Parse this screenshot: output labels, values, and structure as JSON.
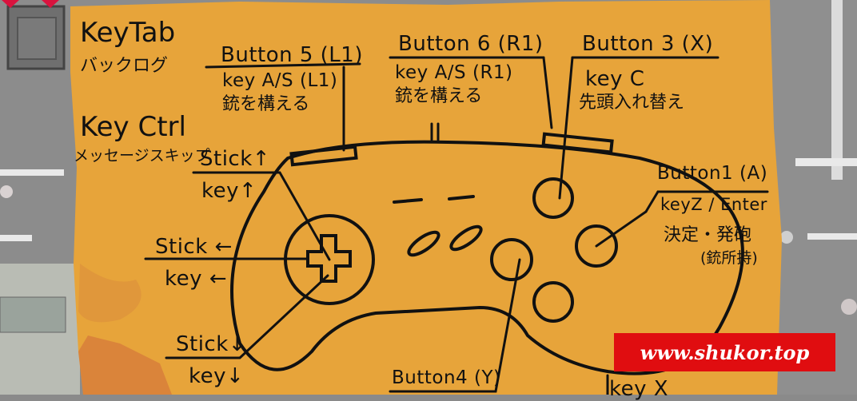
{
  "colors": {
    "paper": "#e7a43a",
    "ink": "#111111",
    "watermark_bg": "#e00d10"
  },
  "hud": {
    "hearts": 2
  },
  "note": {
    "left_keys": [
      {
        "title": "KeyTab",
        "desc": "バックログ"
      },
      {
        "title": "Key Ctrl",
        "desc": "メッセージスキップ"
      }
    ],
    "top_buttons": [
      {
        "name": "Button 5 (L1)",
        "key": "key A/S (L1)",
        "desc": "銃を構える"
      },
      {
        "name": "Button 6 (R1)",
        "key": "key A/S (R1)",
        "desc": "銃を構える"
      },
      {
        "name": "Button 3 (X)",
        "key": "key C",
        "desc": "先頭入れ替え"
      }
    ],
    "right_button": {
      "name": "Button1 (A)",
      "key": "keyZ / Enter",
      "desc": "決定・発砲",
      "sub": "(銃所持)"
    },
    "sticks": [
      {
        "stick": "Stick↑",
        "key": "key↑"
      },
      {
        "stick": "Stick ←",
        "key": "key ←"
      },
      {
        "stick": "Stick↓",
        "key": "key↓"
      }
    ],
    "bottom_button": {
      "name": "Button4 (Y)"
    },
    "bottom_right_key": "key X"
  },
  "watermark": "www.shukor.top"
}
